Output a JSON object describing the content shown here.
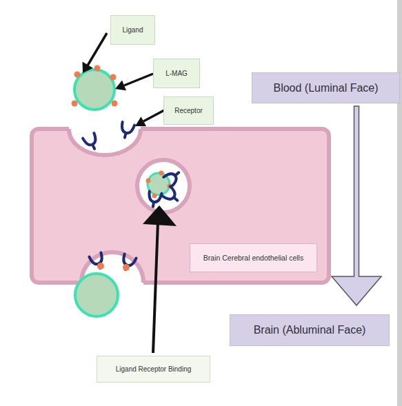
{
  "diagram": {
    "nodes": [
      {
        "text": [
          "Ligand"
        ]
      },
      {
        "text": [
          "L-MAG"
        ]
      },
      {
        "text": [
          "Blood (Luminal Face)"
        ]
      },
      {
        "text": [
          "Receptor"
        ]
      },
      {
        "text": [
          "Brain Cerebral endothelial cells"
        ]
      },
      {
        "text": [
          "Brain (Abluminal Face)"
        ]
      },
      {
        "text": [
          "Ligand Receptor Binding"
        ]
      }
    ],
    "edges": [
      {
        "from": 2,
        "to": 5,
        "arrow": "to"
      }
    ]
  }
}
